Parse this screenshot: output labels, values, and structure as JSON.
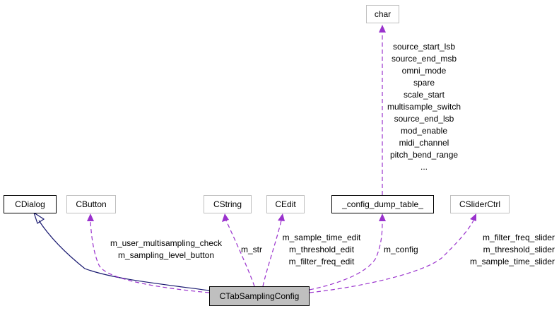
{
  "diagram": {
    "main_class": "CTabSamplingConfig",
    "classes": {
      "cdialog": "CDialog",
      "cbutton": "CButton",
      "cstring": "CString",
      "cedit": "CEdit",
      "config_dump_table": "_config_dump_table_",
      "csliderctrl": "CSliderCtrl",
      "char": "char"
    },
    "member_labels": {
      "cbutton": [
        "m_user_multisampling_check",
        "m_sampling_level_button"
      ],
      "cstring": [
        "m_str"
      ],
      "cedit": [
        "m_sample_time_edit",
        "m_threshold_edit",
        "m_filter_freq_edit"
      ],
      "config_dump_table": [
        "m_config"
      ],
      "csliderctrl": [
        "m_filter_freq_slider",
        "m_threshold_slider",
        "m_sample_time_slider"
      ],
      "char": [
        "source_start_lsb",
        "source_end_msb",
        "omni_mode",
        "spare",
        "scale_start",
        "multisample_switch",
        "source_end_lsb",
        "mod_enable",
        "midi_channel",
        "pitch_bend_range",
        "..."
      ]
    },
    "colors": {
      "inheritance_edge": "#191970",
      "usage_edge": "#9a32cd",
      "documented_border": "#000000",
      "undocumented_border": "#bfbfbf",
      "main_fill": "#bfbfbf"
    }
  }
}
